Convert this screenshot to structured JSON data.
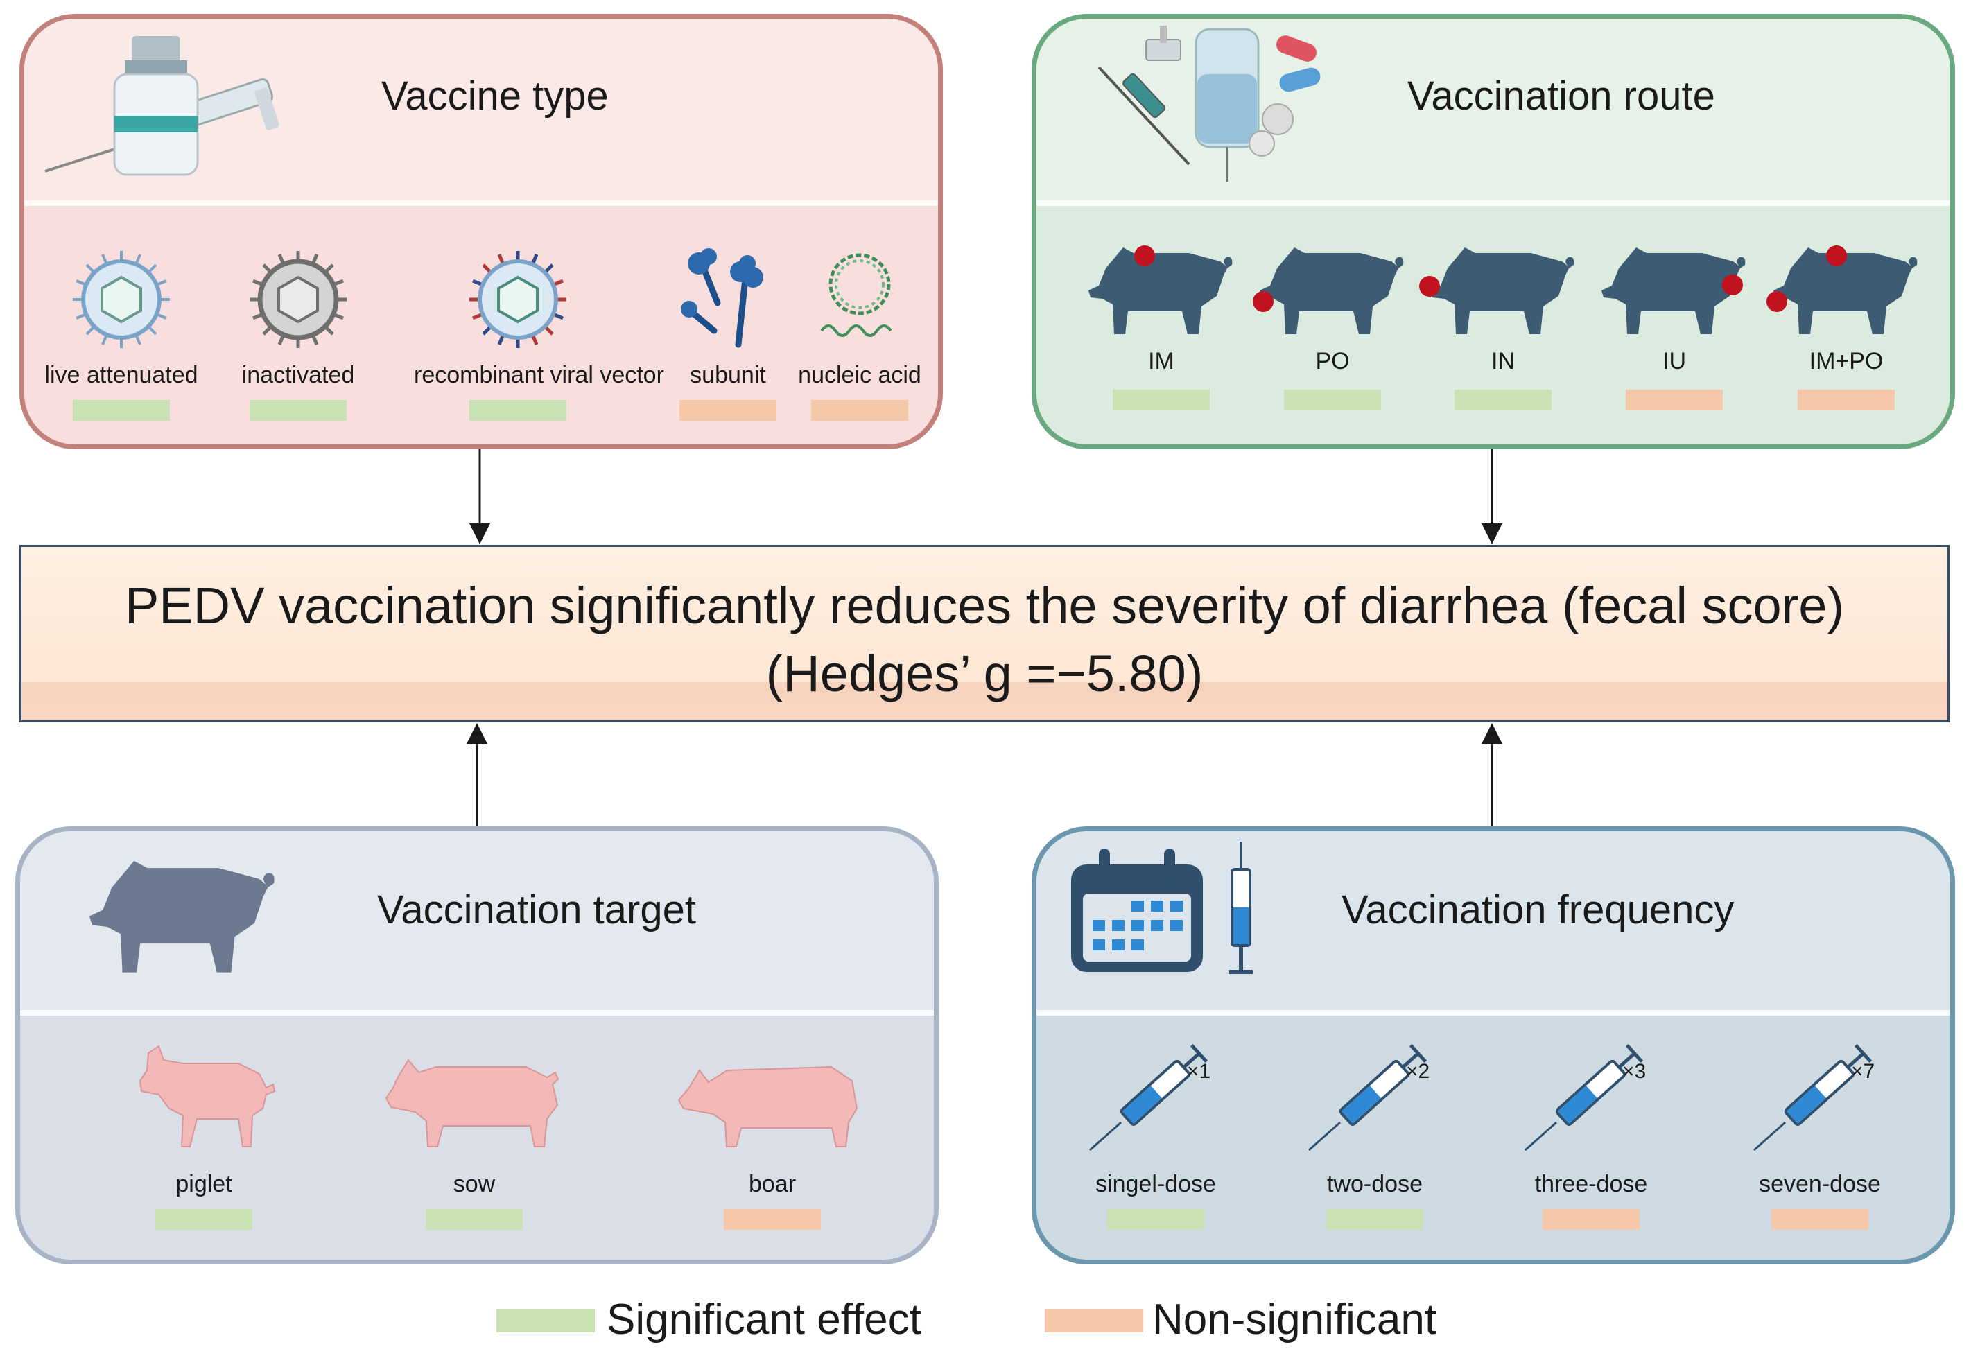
{
  "colors": {
    "significant": "#c8e2b4",
    "non_significant": "#f6c8a9",
    "pig_dark": "#3d5b72",
    "injection_dot": "#c1121f",
    "pink_pig": "#f3b8b8"
  },
  "panels": {
    "vaccine_type": {
      "title": "Vaccine type",
      "items": [
        {
          "label": "live attenuated",
          "icon": "virus-icon",
          "status": "significant"
        },
        {
          "label": "inactivated",
          "icon": "virus-inactivated-icon",
          "status": "significant"
        },
        {
          "label": "recombinant viral vector",
          "icon": "virus-recombinant-icon",
          "status": "significant"
        },
        {
          "label": "subunit",
          "icon": "protein-subunit-icon",
          "status": "non_significant"
        },
        {
          "label": "nucleic acid",
          "icon": "nucleic-acid-icon",
          "status": "non_significant"
        }
      ]
    },
    "vaccination_route": {
      "title": "Vaccination route",
      "items": [
        {
          "label": "IM",
          "icon": "pig-icon",
          "status": "significant"
        },
        {
          "label": "PO",
          "icon": "pig-icon",
          "status": "significant"
        },
        {
          "label": "IN",
          "icon": "pig-icon",
          "status": "significant"
        },
        {
          "label": "IU",
          "icon": "pig-icon",
          "status": "non_significant"
        },
        {
          "label": "IM+PO",
          "icon": "pig-icon",
          "status": "non_significant"
        }
      ]
    },
    "vaccination_target": {
      "title": "Vaccination target",
      "items": [
        {
          "label": "piglet",
          "icon": "piglet-icon",
          "status": "significant"
        },
        {
          "label": "sow",
          "icon": "sow-icon",
          "status": "significant"
        },
        {
          "label": "boar",
          "icon": "boar-icon",
          "status": "non_significant"
        }
      ]
    },
    "vaccination_frequency": {
      "title": "Vaccination frequency",
      "items": [
        {
          "label": "singel-dose",
          "multiplier": "×1",
          "icon": "syringe-icon",
          "status": "significant"
        },
        {
          "label": "two-dose",
          "multiplier": "×2",
          "icon": "syringe-icon",
          "status": "significant"
        },
        {
          "label": "three-dose",
          "multiplier": "×3",
          "icon": "syringe-icon",
          "status": "non_significant"
        },
        {
          "label": "seven-dose",
          "multiplier": "×7",
          "icon": "syringe-icon",
          "status": "non_significant"
        }
      ]
    }
  },
  "center": {
    "line1": "PEDV vaccination significantly reduces the severity of diarrhea (fecal score)",
    "line2": "(Hedges’ g =−5.80)"
  },
  "legend": {
    "significant": "Significant effect",
    "non_significant": "Non-significant"
  }
}
